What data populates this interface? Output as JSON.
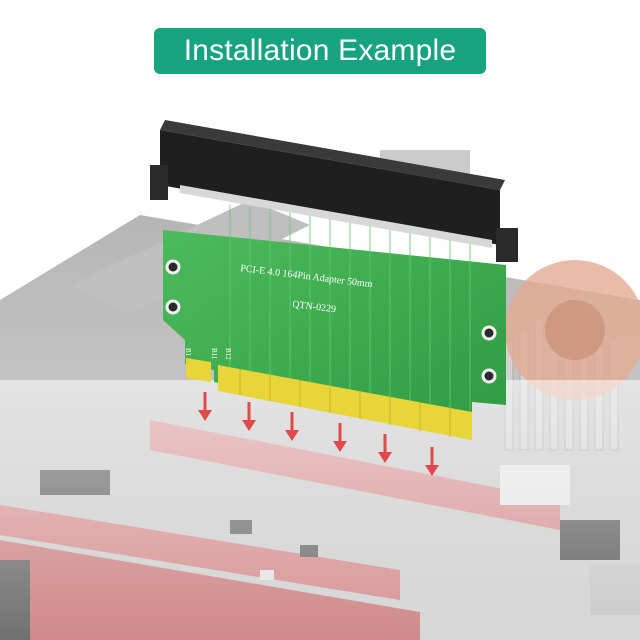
{
  "banner": {
    "title": "Installation Example"
  },
  "adapter": {
    "line1": "PCI-E 4.0 164Pin Adapter 50mm",
    "line2": "QTN-0229",
    "pin_labels": [
      "B1",
      "B11",
      "B12"
    ]
  },
  "colors": {
    "banner": "#17a37f",
    "pcb": "#3fae4f",
    "slot_red": "#c96a6a",
    "gold_fingers": "#e7d53a",
    "connector": "#1f1f1f",
    "arrows": "#e04a4a"
  },
  "icons": [
    "arrow-down-icon"
  ]
}
